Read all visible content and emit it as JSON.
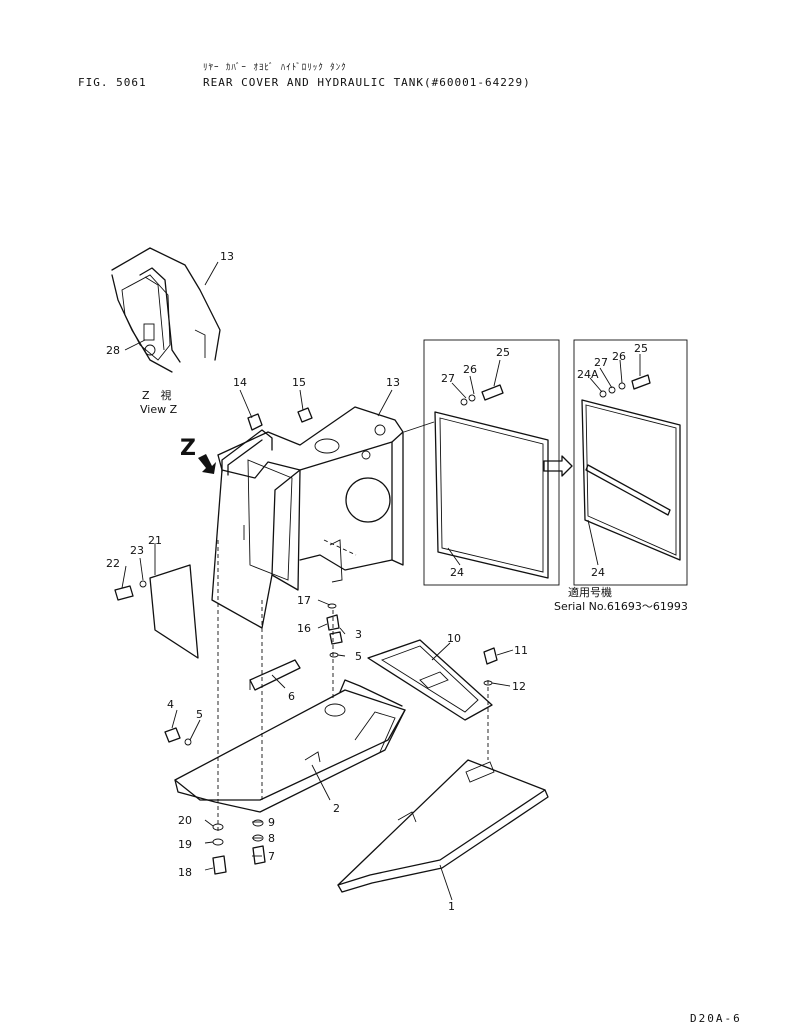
{
  "header": {
    "fig_label": "FIG. 5061",
    "japanese_title": "ﾘﾔｰ ｶﾊﾞｰ ｵﾖﾋﾞ ﾊｲﾄﾞﾛﾘｯｸ ﾀﾝｸ",
    "title": "REAR COVER AND HYDRAULIC TANK(#60001-64229)"
  },
  "view": {
    "z_jp": "Z　視",
    "z_en": "View Z",
    "arrow_label": "Z"
  },
  "serial": {
    "jp": "適用号機",
    "en": "Serial No.61693～61993"
  },
  "parts": {
    "p1": "1",
    "p2": "2",
    "p3": "3",
    "p4": "4",
    "p5a": "5",
    "p5b": "5",
    "p6": "6",
    "p7": "7",
    "p8": "8",
    "p9": "9",
    "p10": "10",
    "p11": "11",
    "p12": "12",
    "p13a": "13",
    "p13b": "13",
    "p14": "14",
    "p15": "15",
    "p16": "16",
    "p17": "17",
    "p18": "18",
    "p19": "19",
    "p20": "20",
    "p21": "21",
    "p22": "22",
    "p23": "23",
    "p24a": "24",
    "p24b": "24",
    "p24A": "24A",
    "p25a": "25",
    "p25b": "25",
    "p26a": "26",
    "p26b": "26",
    "p27a": "27",
    "p27b": "27",
    "p28": "28"
  },
  "footer": {
    "code": "D20A-6"
  }
}
